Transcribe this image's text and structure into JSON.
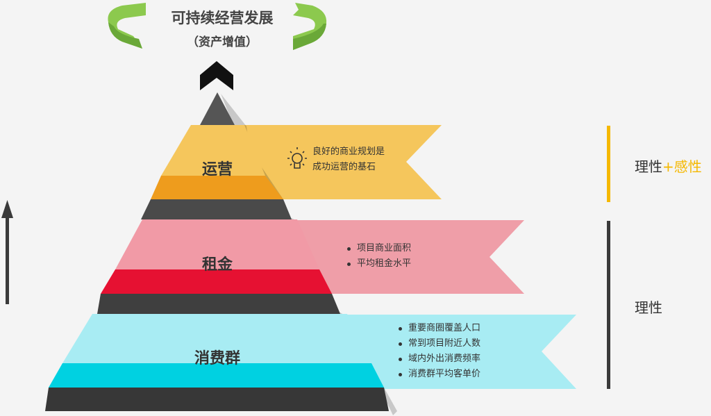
{
  "header": {
    "title": "可持续经营发展",
    "subtitle": "（资产增值）"
  },
  "tiers": [
    {
      "label": "运营",
      "note_lines": [
        "良好的商业规划是",
        "成功运营的基石"
      ],
      "icon": "lightbulb-icon",
      "light": "#f5c65c",
      "dark": "#ee9c1d"
    },
    {
      "label": "租金",
      "bullets": [
        "项目商业面积",
        "平均租金水平"
      ],
      "light": "#f19aa6",
      "dark": "#e61132"
    },
    {
      "label": "消费群",
      "bullets": [
        "重要商圈覆盖人口",
        "常到项目附近人数",
        "域内外出消费频率",
        "消费群平均客单价"
      ],
      "light": "#a8ecf3",
      "dark": "#00d1e1"
    }
  ],
  "side_labels": {
    "top_a": "理性",
    "top_plus": "+",
    "top_b": "感性",
    "bottom": "理性"
  },
  "colors": {
    "accent_yellow": "#f5b800",
    "dark": "#3a3a3a",
    "green": "#7dbf45"
  }
}
